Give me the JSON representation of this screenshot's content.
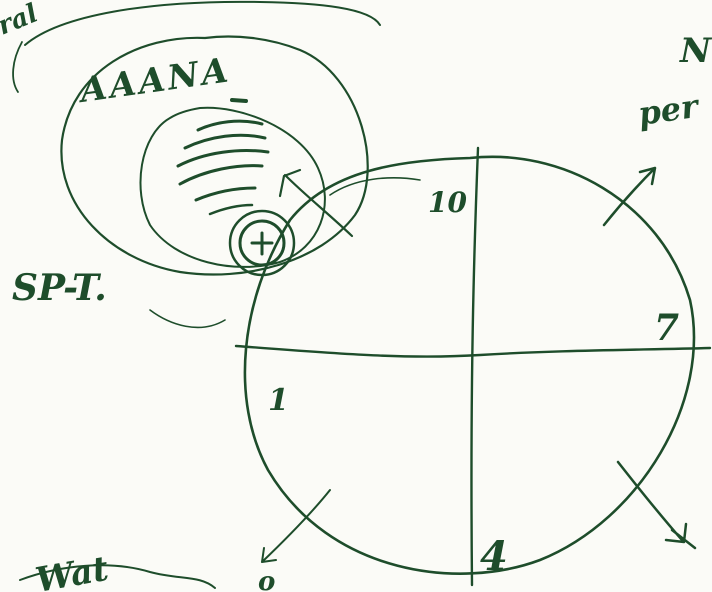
{
  "ink_color": "#1e4d2b",
  "labels": {
    "top_left_fragment": "ral",
    "layers_text": "AAANA",
    "top_right_fragment": "N",
    "per_label": "per",
    "sp_t_label": "SP-T.",
    "quadrant_top_right": "10",
    "quadrant_right": "7",
    "quadrant_left": "1",
    "quadrant_bottom": "4",
    "bottom_left_fragment": "Wat",
    "bottom_small": "o"
  },
  "icons": {
    "center_marker": "circled-plus-icon"
  }
}
